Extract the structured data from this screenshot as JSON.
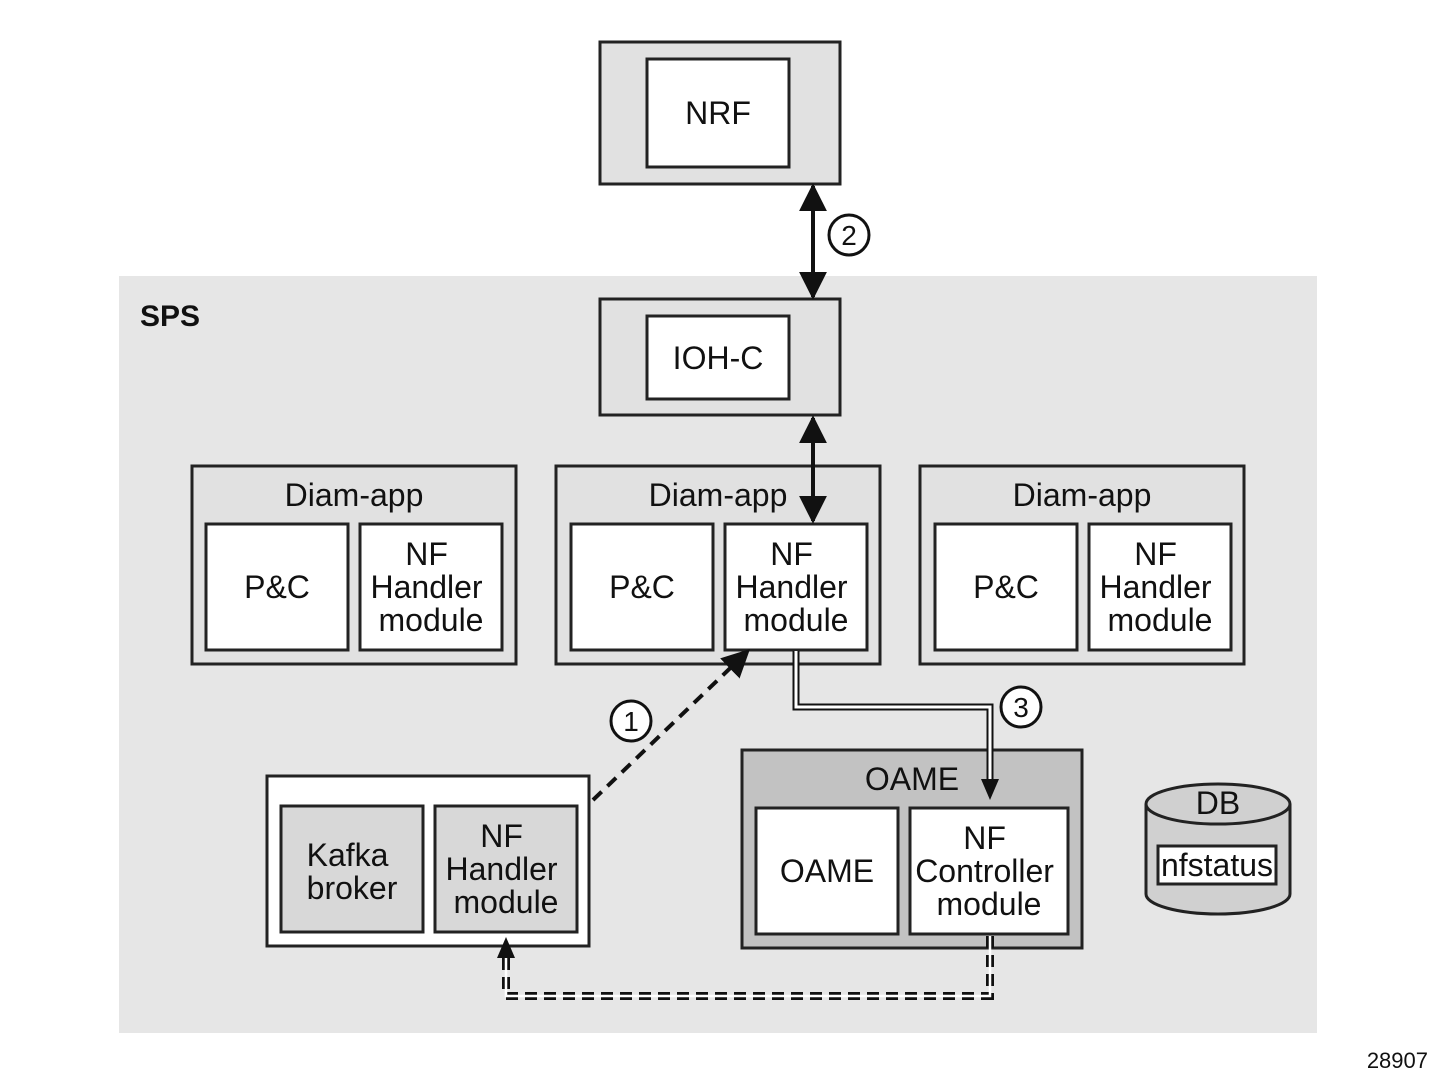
{
  "region": {
    "label": "SPS"
  },
  "nrf": {
    "label": "NRF"
  },
  "iohc": {
    "label": "IOH-C"
  },
  "diam_apps": [
    {
      "title": "Diam-app",
      "pc": "P&C",
      "nf_lines": [
        "NF",
        "Handler",
        "module"
      ]
    },
    {
      "title": "Diam-app",
      "pc": "P&C",
      "nf_lines": [
        "NF",
        "Handler",
        "module"
      ]
    },
    {
      "title": "Diam-app",
      "pc": "P&C",
      "nf_lines": [
        "NF",
        "Handler",
        "module"
      ]
    }
  ],
  "kafka_group": {
    "broker_lines": [
      "Kafka",
      "broker"
    ],
    "nf_lines": [
      "NF",
      "Handler",
      "module"
    ]
  },
  "oame": {
    "title": "OAME",
    "inner": "OAME",
    "controller_lines": [
      "NF",
      "Controller",
      "module"
    ]
  },
  "db": {
    "label": "DB",
    "table": "nfstatus"
  },
  "steps": [
    "1",
    "2",
    "3"
  ],
  "figure_id": "28907",
  "colors": {
    "region": "#e6e6e6",
    "container": "#e1e1e1",
    "oame_container": "#c2c2c2",
    "kafka_inner": "#d8d8d8",
    "box": "#ffffff",
    "stroke": "#222222"
  }
}
